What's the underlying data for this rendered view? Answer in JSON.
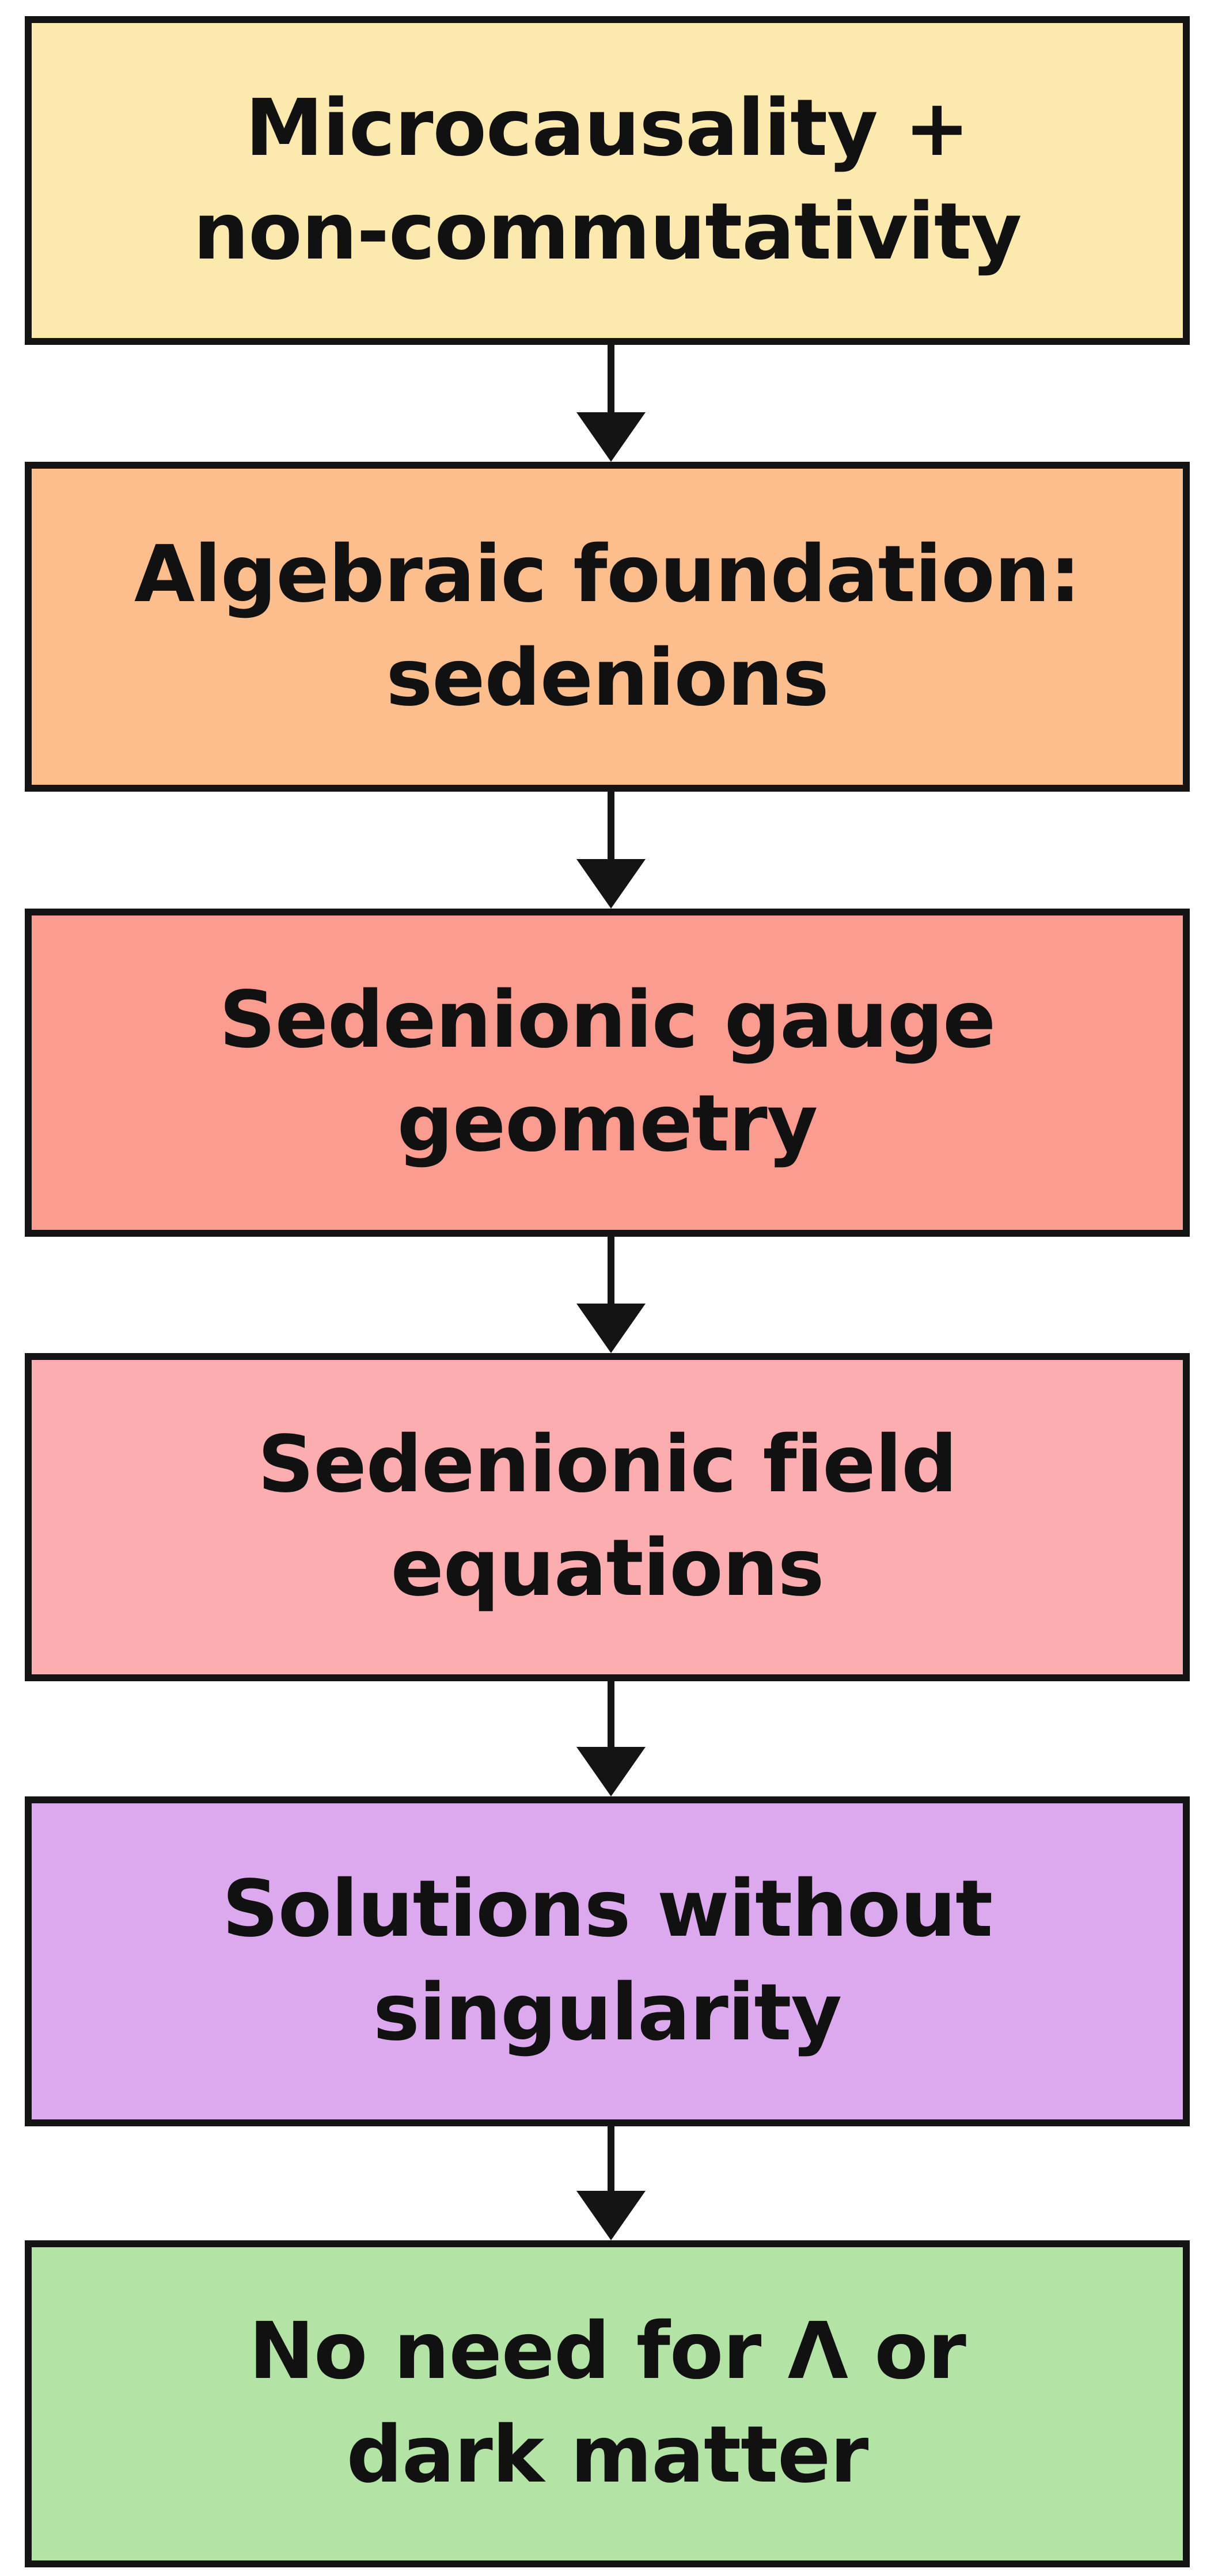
{
  "diagram": {
    "nodes": [
      {
        "id": "microcausality",
        "lines": [
          "Microcausality +",
          "non-commutativity"
        ],
        "color": "#FCE9AE"
      },
      {
        "id": "algebraic-foundation",
        "lines": [
          "Algebraic foundation:",
          "sedenions"
        ],
        "color": "#FBBE8C"
      },
      {
        "id": "gauge-geometry",
        "lines": [
          "Sedenionic gauge",
          "geometry"
        ],
        "color": "#FB9C91"
      },
      {
        "id": "field-equations",
        "lines": [
          "Sedenionic field",
          "equations"
        ],
        "color": "#FBADB0"
      },
      {
        "id": "solutions",
        "lines": [
          "Solutions without",
          "singularity"
        ],
        "color": "#DDA9EE"
      },
      {
        "id": "no-lambda",
        "lines": [
          "No need for Λ or",
          "dark matter"
        ],
        "color": "#B4E4A5"
      }
    ],
    "edges": [
      {
        "from": "microcausality",
        "to": "algebraic-foundation"
      },
      {
        "from": "algebraic-foundation",
        "to": "gauge-geometry"
      },
      {
        "from": "gauge-geometry",
        "to": "field-equations"
      },
      {
        "from": "field-equations",
        "to": "solutions"
      },
      {
        "from": "solutions",
        "to": "no-lambda"
      }
    ]
  }
}
